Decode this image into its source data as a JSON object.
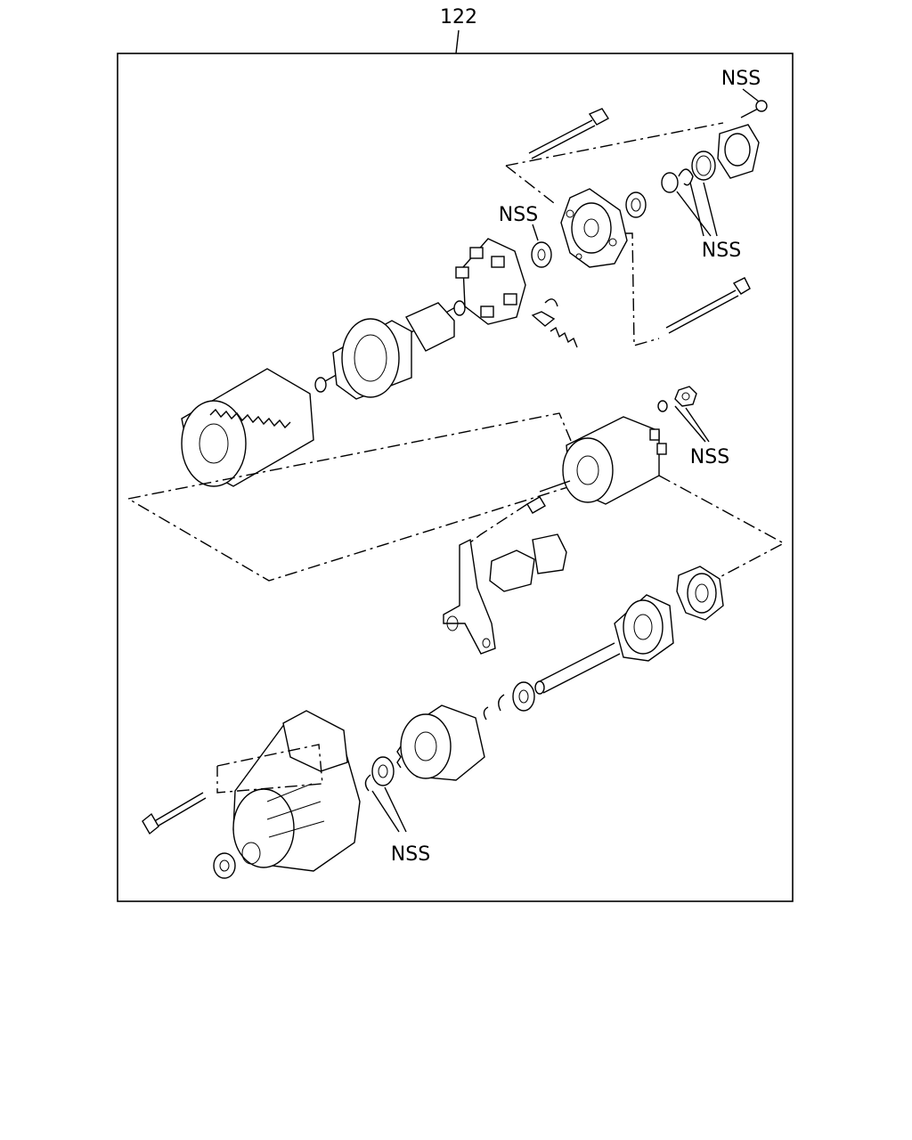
{
  "diagram": {
    "group_number": "122",
    "labels": {
      "nss_top_bolt": "NSS",
      "nss_washer": "NSS",
      "nss_seals": "NSS",
      "nss_nuts": "NSS",
      "nss_clips": "NSS"
    }
  }
}
